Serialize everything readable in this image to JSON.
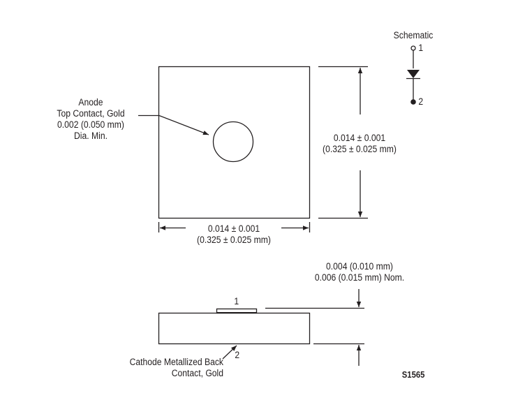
{
  "schematic": {
    "title": "Schematic",
    "pin1": "1",
    "pin2": "2"
  },
  "top_view": {
    "anode_label": [
      "Anode",
      "Top Contact, Gold",
      "0.002 (0.050 mm)",
      "Dia. Min."
    ],
    "height_dim": [
      "0.014 ± 0.001",
      "(0.325 ± 0.025 mm)"
    ],
    "width_dim": [
      "0.014 ± 0.001",
      "(0.325 ± 0.025 mm)"
    ]
  },
  "side_view": {
    "contact_label": "1",
    "thickness_dim": [
      "0.004 (0.010 mm)",
      "0.006 (0.015 mm) Nom."
    ],
    "cathode_label": [
      "Cathode Metallized Back",
      "Contact, Gold"
    ],
    "cathode_pin": "2"
  },
  "figure_id": "S1565",
  "colors": {
    "line": "#231f20",
    "background": "#ffffff"
  }
}
